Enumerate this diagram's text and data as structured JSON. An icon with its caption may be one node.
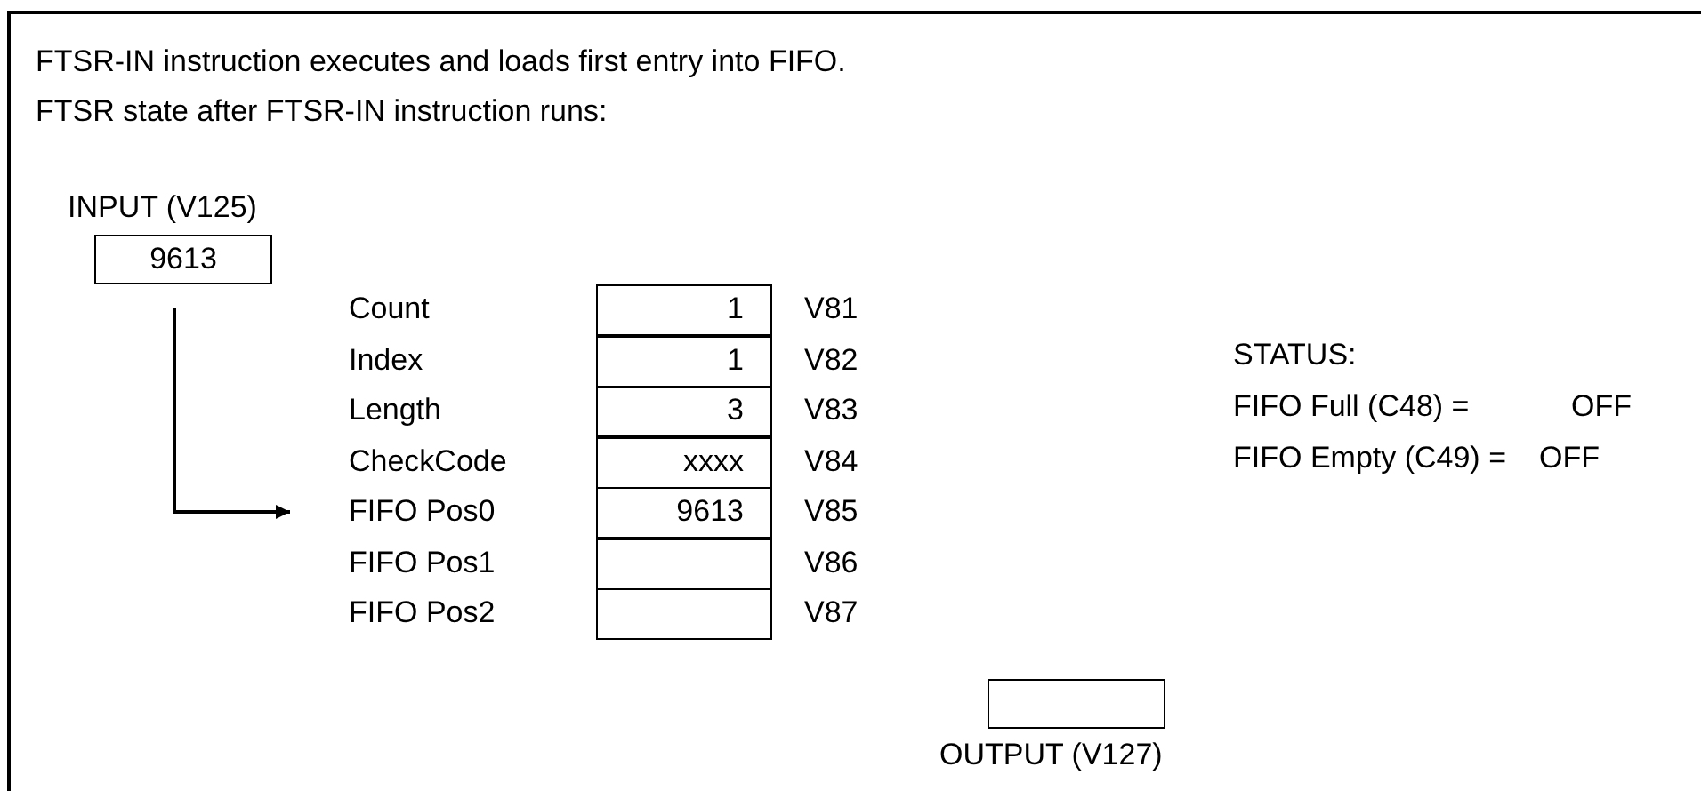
{
  "diagram": {
    "nodes": [
      {
        "text": [
          "INPUT (V125)",
          "9613"
        ]
      },
      {
        "text": [
          "FIFO Pos0"
        ]
      },
      {
        "text": [
          "OUTPUT (V127)"
        ]
      }
    ],
    "edges": [
      {
        "from": 0,
        "to": 1,
        "arrow": "to"
      }
    ],
    "labels": [
      "FTSR-IN instruction executes and loads first entry into FIFO.",
      "FTSR state after FTSR-IN instruction runs:",
      "Count",
      "1",
      "V81",
      "Index",
      "1",
      "V82",
      "STATUS:",
      "Length",
      "3",
      "V83",
      "FIFO Full (C48) =",
      "OFF",
      "CheckCode",
      "xxxx",
      "V84",
      "FIFO Empty (C49) =",
      "OFF",
      "9613",
      "V85",
      "FIFO Pos1",
      "V86",
      "FIFO Pos2",
      "V87"
    ]
  }
}
